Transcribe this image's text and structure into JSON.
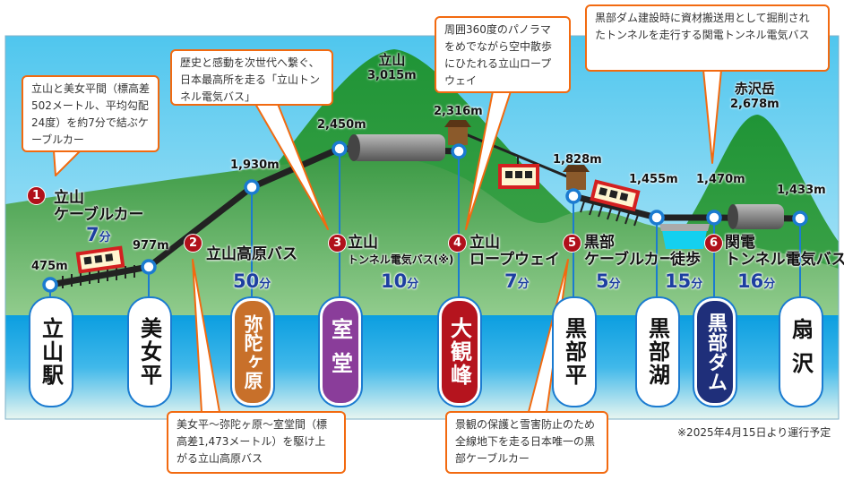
{
  "peaks": [
    {
      "name": "立山",
      "elevation": "3,015m"
    },
    {
      "name": "赤沢岳",
      "elevation": "2,678m"
    }
  ],
  "stations": [
    {
      "name": "立山駅",
      "elevation": "475m",
      "color": "#ffffff"
    },
    {
      "name": "美女平",
      "elevation": "977m",
      "color": "#ffffff"
    },
    {
      "name": "弥陀ヶ原",
      "elevation": "1,930m",
      "color": "#c8702a"
    },
    {
      "name": "室堂",
      "elevation": "2,450m",
      "color": "#8a3d9a"
    },
    {
      "name": "大観峰",
      "elevation": "2,316m",
      "color": "#b5141e"
    },
    {
      "name": "黒部平",
      "elevation": "1,828m",
      "color": "#ffffff"
    },
    {
      "name": "黒部湖",
      "elevation": "1,455m",
      "color": "#ffffff"
    },
    {
      "name": "黒部ダム",
      "elevation": "1,470m",
      "color": "#1f2f7a"
    },
    {
      "name": "扇沢",
      "elevation": "1,433m",
      "color": "#ffffff"
    }
  ],
  "segments": [
    {
      "num": "1",
      "title1": "立山",
      "title2": "ケーブルカー",
      "time": "7",
      "unit": "分"
    },
    {
      "num": "2",
      "title1": "立山高原バス",
      "time": "50",
      "unit": "分"
    },
    {
      "num": "3",
      "title1": "立山",
      "title2": "トンネル電気バス(※)",
      "time": "10",
      "unit": "分"
    },
    {
      "num": "4",
      "title1": "立山",
      "title2": "ロープウェイ",
      "time": "7",
      "unit": "分"
    },
    {
      "num": "5",
      "title1": "黒部",
      "title2": "ケーブルカー",
      "time": "5",
      "unit": "分"
    },
    {
      "title1": "徒歩",
      "time": "15",
      "unit": "分"
    },
    {
      "num": "6",
      "title1": "関電",
      "title2": "トンネル電気バス",
      "time": "16",
      "unit": "分"
    }
  ],
  "callouts": [
    "立山と美女平間（標高差502メートル、平均勾配24度）を約7分で結ぶケーブルカー",
    "歴史と感動を次世代へ繋ぐ、日本最高所を走る「立山トンネル電気バス」",
    "周囲360度のパノラマをめでながら空中散歩にひたれる立山ロープウェイ",
    "黒部ダム建設時に資材搬送用として掘削されたトンネルを走行する関電トンネル電気バス",
    "美女平～弥陀ヶ原～室堂間（標高差1,473メートル）を駆け上がる立山高原バス",
    "景観の保護と雪害防止のため全線地下を走る日本唯一の黒部ケーブルカー"
  ],
  "footnote": "※2025年4月15日より運行予定",
  "colors": {
    "route": "#222222",
    "node": "#1b7bd0",
    "number": "#b0101a",
    "time": "#1d3fa0",
    "callout_border": "#f26a10"
  }
}
